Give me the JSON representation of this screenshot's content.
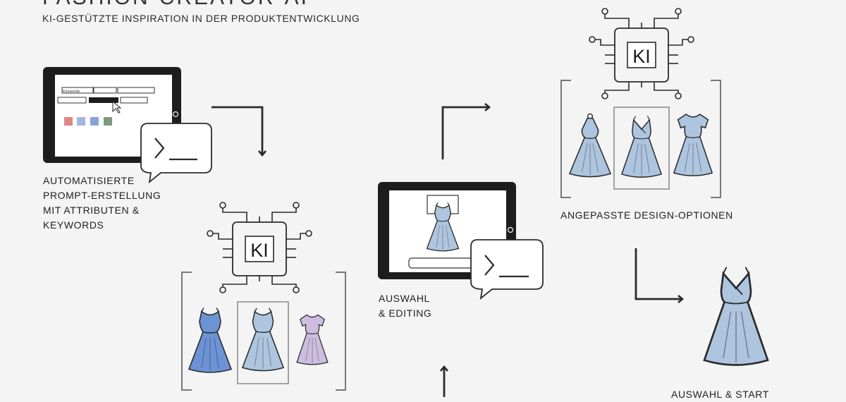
{
  "header": {
    "title": "FASHION-CREATOR-AI",
    "subtitle": "KI-GESTÜTZTE INSPIRATION IN DER PRODUKTENTWICKLUNG"
  },
  "steps": {
    "prompt": "AUTOMATISIERTE\nPROMPT-ERSTELLUNG\nMIT ATTRIBUTEN &\nKEYWORDS",
    "selection": "AUSWAHL\n& EDITING",
    "options": "ANGEPASSTE DESIGN-OPTIONEN",
    "final": "AUSWAHL & START"
  },
  "chip_label": "KI",
  "search_mock": {
    "field_text": "Keywords"
  },
  "colors": {
    "line": "#2b2b2b",
    "frame": "#777777",
    "tablet": "#1d1d1d",
    "dress_light": "#aec5df",
    "dress_blue": "#6d93d6",
    "dress_lilac": "#cdbde0",
    "swatches": [
      "#e08787",
      "#a6b4e2",
      "#8aa3d6",
      "#7d9a82"
    ]
  },
  "icons": [
    "ki-chip-icon",
    "terminal-prompt-icon",
    "cursor-icon",
    "arrow-icon",
    "dress-icon"
  ]
}
